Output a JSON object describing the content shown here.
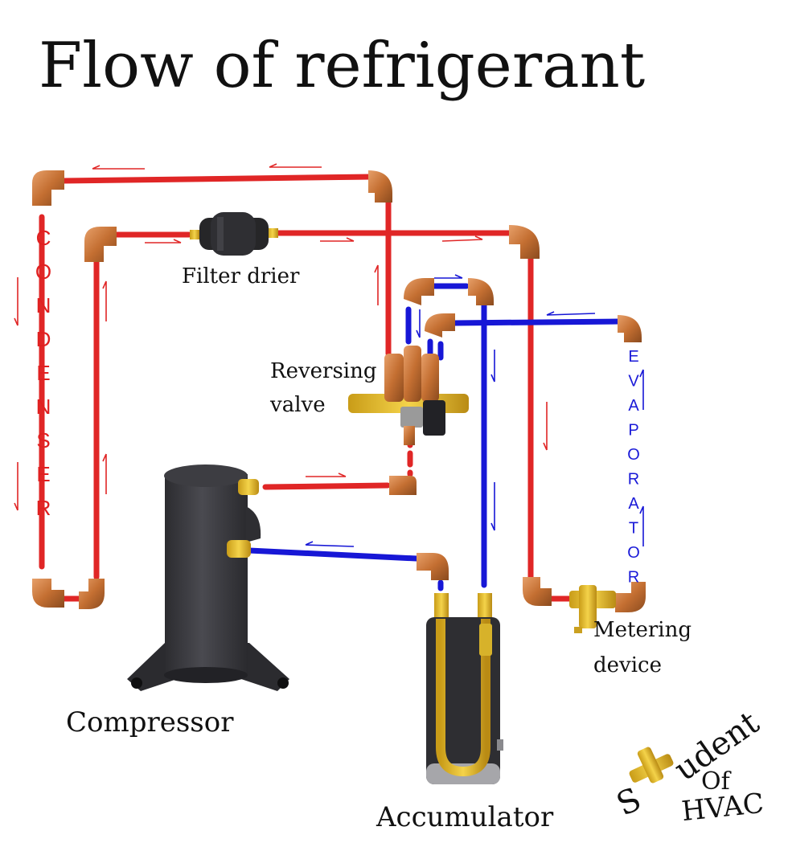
{
  "title": "Flow of refrigerant",
  "labels": {
    "filter_drier": "Filter drier",
    "reversing_valve_line1": "Reversing",
    "reversing_valve_line2": "valve",
    "metering_line1": "Metering",
    "metering_line2": "device",
    "compressor": "Compressor",
    "accumulator": "Accumulator"
  },
  "coils": {
    "condenser_letters": [
      "C",
      "O",
      "N",
      "D",
      "E",
      "N",
      "S",
      "E",
      "R"
    ],
    "evaporator_letters": [
      "E",
      "V",
      "A",
      "P",
      "O",
      "R",
      "A",
      "T",
      "O",
      "R"
    ]
  },
  "logo": {
    "line1": "udent",
    "line2": "Of",
    "line3": "HVAC",
    "initial": "S"
  },
  "colors": {
    "hot_line": "#e02626",
    "cold_line": "#1717d6",
    "fitting": "#c7783a",
    "brass": "#e6c230",
    "body": "#3a3a3e"
  }
}
